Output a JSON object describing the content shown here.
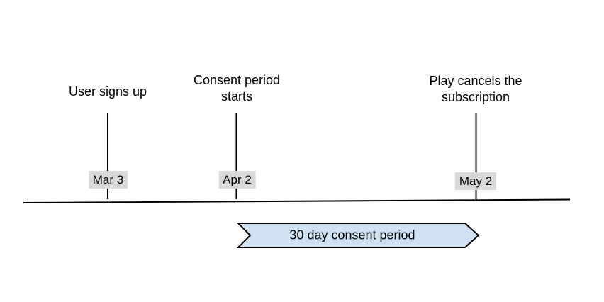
{
  "timeline": {
    "events": [
      {
        "label": "User signs up",
        "date": "Mar 3"
      },
      {
        "label": "Consent period starts",
        "date": "Apr 2"
      },
      {
        "label": "Play cancels the subscription",
        "date": "May 2"
      }
    ],
    "banner": {
      "label": "30 day consent period"
    }
  },
  "colors": {
    "background": "#ffffff",
    "banner_fill": "#cfe2f3",
    "banner_border": "#000000",
    "date_chip_bg": "#d9d9d9",
    "line": "#000000",
    "text": "#000000"
  }
}
